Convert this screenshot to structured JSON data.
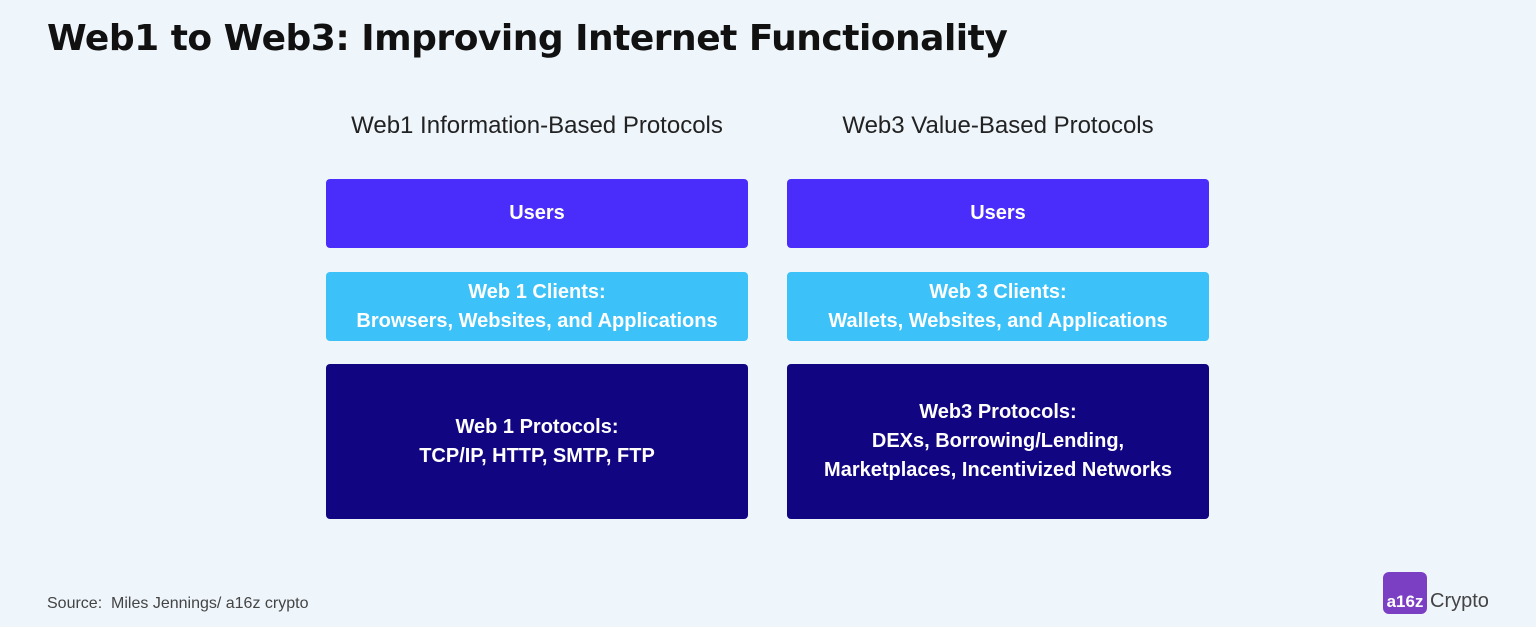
{
  "title": "Web1 to Web3: Improving Internet Functionality",
  "columns": [
    {
      "heading": "Web1 Information-Based Protocols",
      "users": "Users",
      "clients": [
        "Web 1 Clients:",
        "Browsers, Websites, and Applications"
      ],
      "protocols": [
        "Web 1 Protocols:",
        "TCP/IP, HTTP, SMTP, FTP"
      ]
    },
    {
      "heading": "Web3 Value-Based Protocols",
      "users": "Users",
      "clients": [
        "Web 3 Clients:",
        "Wallets, Websites, and Applications"
      ],
      "protocols": [
        "Web3 Protocols:",
        "DEXs, Borrowing/Lending,",
        "Marketplaces, Incentivized Networks"
      ]
    }
  ],
  "source": "Source:  Miles Jennings/ a16z crypto",
  "logo": {
    "mark": "a16z",
    "text": "Crypto"
  },
  "colors": {
    "users": "#4a2dfb",
    "clients": "#3cc2f8",
    "protocols": "#120582",
    "logo": "#7b3fc4"
  }
}
